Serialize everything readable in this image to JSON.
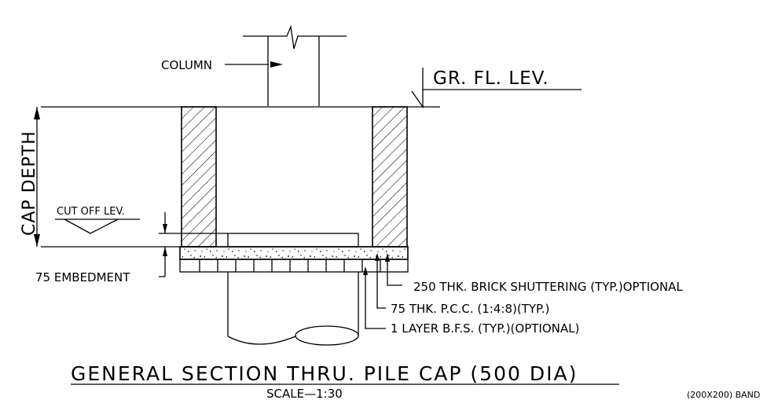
{
  "labels": {
    "column": "COLUMN",
    "ground_level": "GR. FL. LEV.",
    "cap_depth": "CAP DEPTH",
    "cut_off": "CUT OFF LEV.",
    "embedment": "75 EMBEDMENT",
    "brick_shuttering": "250 THK. BRICK SHUTTERING (TYP.)OPTIONAL",
    "pcc": "75 THK. P.C.C. (1:4:8)(TYP.)",
    "bfs": "1 LAYER B.F.S. (TYP.)(OPTIONAL)"
  },
  "title": {
    "main": "GENERAL SECTION THRU. PILE CAP (500 DIA)",
    "scale": "SCALE—1:30",
    "corner_note": "(200X200) BAND"
  }
}
